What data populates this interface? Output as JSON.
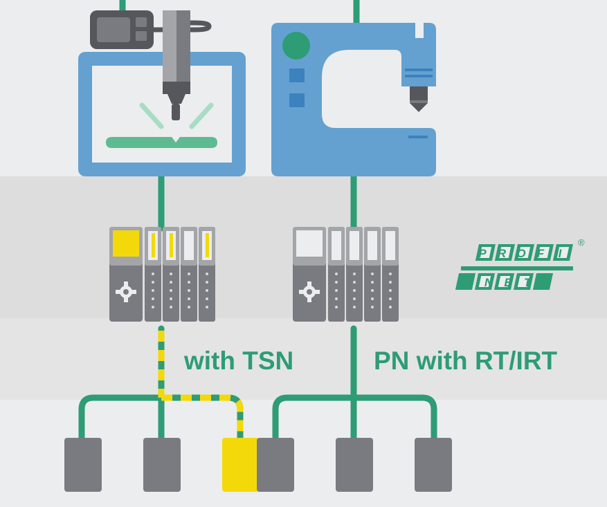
{
  "labels": {
    "tsn": "with TSN",
    "rtirt": "PN with RT/IRT"
  },
  "logo": {
    "row1": [
      "P",
      "R",
      "O",
      "F",
      "I"
    ],
    "row2": [
      "N",
      "E",
      "T"
    ],
    "registered": "®"
  },
  "colors": {
    "green": "#2E9C75",
    "yellow": "#F3D90A",
    "blue": "#64A1D0",
    "dark_blue": "#3B82BE",
    "gray": "#7A7B80",
    "light_gray": "#A4A5A9",
    "mint": "#A8DCC4"
  },
  "icons": [
    "laser-machine-icon",
    "sewing-machine-icon",
    "io-module-icon",
    "profinet-logo"
  ]
}
